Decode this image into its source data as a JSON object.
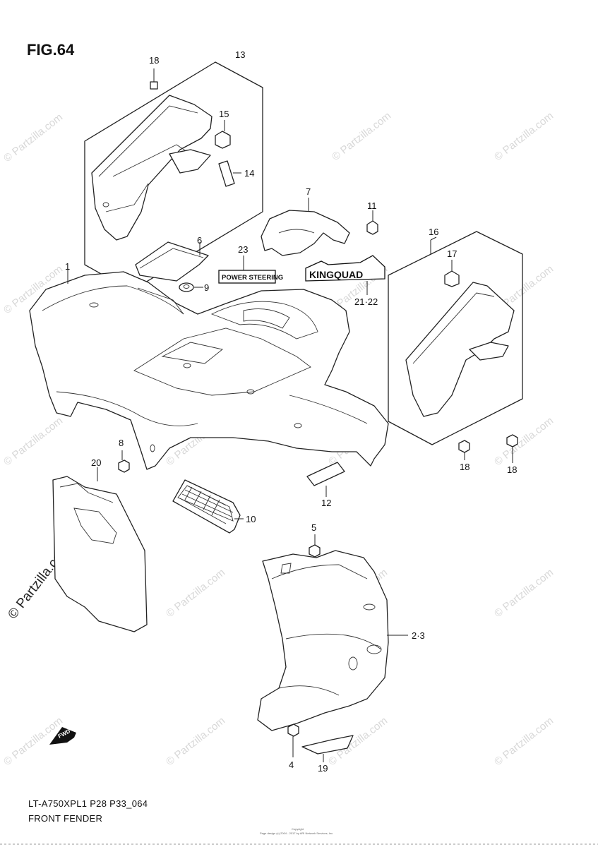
{
  "figure": {
    "title": "FIG.64",
    "model_code": "LT-A750XPL1 P28 P33_064",
    "section_name": "FRONT FENDER",
    "copyright_line1": "Copyright",
    "copyright_line2": "Page design (c) 2004 - 2017 by ARI Network Services, Inc."
  },
  "watermark": {
    "text": "© Partzilla.com",
    "prominent_text": "© Partzilla.com",
    "color": "#d8d8d8"
  },
  "decals": {
    "power_steering": "POWER STEERING",
    "kingquad": "KINGQUAD",
    "fwd": "FWD"
  },
  "callouts": [
    {
      "id": "c18a",
      "label": "18"
    },
    {
      "id": "c13",
      "label": "13"
    },
    {
      "id": "c15",
      "label": "15"
    },
    {
      "id": "c14",
      "label": "14"
    },
    {
      "id": "c7",
      "label": "7"
    },
    {
      "id": "c11",
      "label": "11"
    },
    {
      "id": "c16",
      "label": "16"
    },
    {
      "id": "c17",
      "label": "17"
    },
    {
      "id": "c6",
      "label": "6"
    },
    {
      "id": "c23",
      "label": "23"
    },
    {
      "id": "c1",
      "label": "1"
    },
    {
      "id": "c9",
      "label": "9"
    },
    {
      "id": "c2122",
      "label": "21·22"
    },
    {
      "id": "c8",
      "label": "8"
    },
    {
      "id": "c20",
      "label": "20"
    },
    {
      "id": "c18b",
      "label": "18"
    },
    {
      "id": "c18c",
      "label": "18"
    },
    {
      "id": "c12",
      "label": "12"
    },
    {
      "id": "c10",
      "label": "10"
    },
    {
      "id": "c5",
      "label": "5"
    },
    {
      "id": "c23b",
      "label": "2·3"
    },
    {
      "id": "c4",
      "label": "4"
    },
    {
      "id": "c19",
      "label": "19"
    }
  ]
}
